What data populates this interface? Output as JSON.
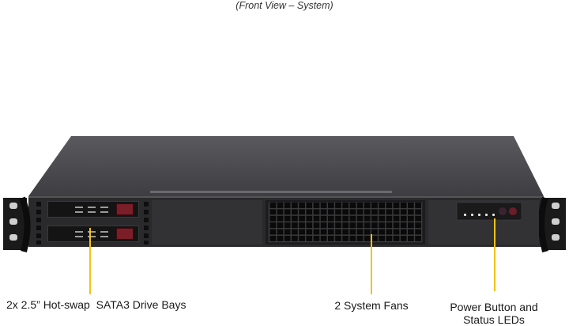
{
  "caption": "(Front View – System)",
  "labels": {
    "drive_bays": "2x 2.5” Hot-swap  SATA3 Drive Bays",
    "fans": "2 System Fans",
    "power_line1": "Power Button and",
    "power_line2": "Status LEDs"
  },
  "colors": {
    "chassis_top": "#4a4a4e",
    "chassis_front": "#2a2a2c",
    "leader_line": "#f2c21a",
    "latch_red": "#7a1e28"
  },
  "components": {
    "drive_bays": 2,
    "system_fans": 2,
    "status_leds": 5,
    "buttons": 2
  }
}
